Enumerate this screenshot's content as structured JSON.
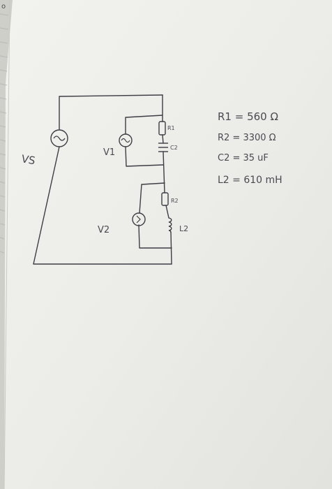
{
  "labels": {
    "vs": "VS",
    "v1": "V1",
    "v2": "V2",
    "r1": "R1",
    "c1": "C2",
    "r2": "R2",
    "l2": "L2"
  },
  "values": {
    "r1": "R1 = 560 Ω",
    "r2": "R2 = 3300 Ω",
    "c2": "C2 = 35 uF",
    "l2": "L2 = 610 mH"
  },
  "corner_mark": "o"
}
